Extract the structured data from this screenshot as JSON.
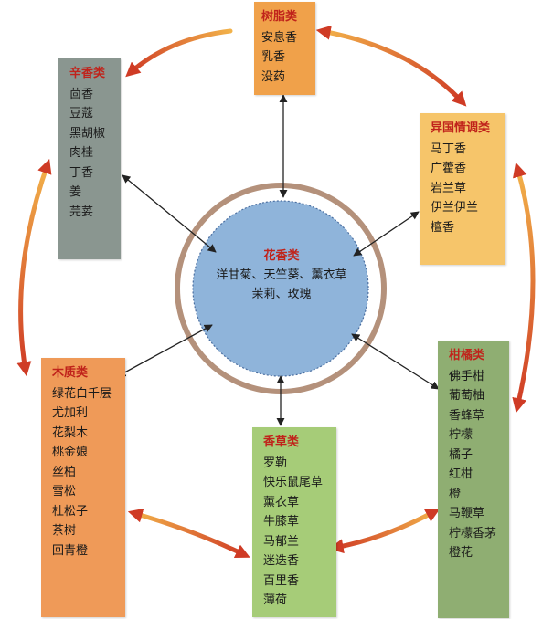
{
  "center": {
    "title": "花香类",
    "line1": "洋甘菊、天竺葵、薰衣草",
    "line2": "茉莉、玫瑰"
  },
  "categories": [
    {
      "title": "树脂类",
      "items": [
        "安息香",
        "乳香",
        "没药"
      ]
    },
    {
      "title": "辛香类",
      "items": [
        "茴香",
        "豆蔻",
        "黑胡椒",
        "肉桂",
        "丁香",
        "姜",
        "芫荽"
      ]
    },
    {
      "title": "异国情调类",
      "items": [
        "马丁香",
        "广藿香",
        "岩兰草",
        "伊兰伊兰",
        "檀香"
      ]
    },
    {
      "title": "柑橘类",
      "items": [
        "佛手柑",
        "葡萄柚",
        "香蜂草",
        "柠檬",
        "橘子",
        "红柑",
        "橙",
        "马鞭草",
        "柠檬香茅",
        "橙花"
      ]
    },
    {
      "title": "香草类",
      "items": [
        "罗勒",
        "快乐鼠尾草",
        "薰衣草",
        "牛膝草",
        "马郁兰",
        "迷迭香",
        "百里香",
        "薄荷"
      ]
    },
    {
      "title": "木质类",
      "items": [
        "绿花白千层",
        "尤加利",
        "花梨木",
        "桃金娘",
        "丝柏",
        "雪松",
        "杜松子",
        "茶树",
        "回青橙"
      ]
    }
  ],
  "colors": {
    "resin": "#f0a14a",
    "spicy": "#8a9690",
    "exotic": "#f6c56a",
    "citrus": "#8fae72",
    "herb": "#a6cc78",
    "woody": "#ef9a58",
    "center_fill": "#8fb4da",
    "ring": "#b4917b",
    "arrow_orange": "#f2b24a",
    "arrow_red": "#cf3b25",
    "connector": "#222222",
    "title_red": "#c0231b"
  }
}
